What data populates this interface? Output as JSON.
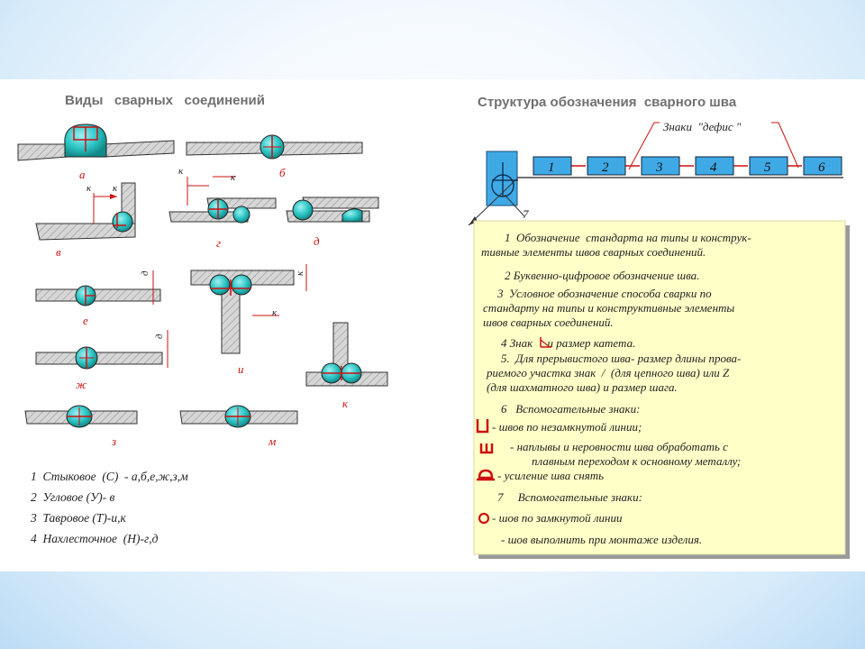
{
  "left": {
    "title": "Виды   сварных   соединений",
    "labels": [
      "а",
      "б",
      "в",
      "г",
      "д",
      "е",
      "и",
      "ж",
      "к",
      "з",
      "м"
    ],
    "dim_k": "к",
    "dim_d": "д",
    "legend": [
      "1  Стыковое  (С)  - а,б,е,ж,з,м",
      "2  Угловое (У)- в",
      "3  Тавровое (Т)-и,к",
      "4  Нахлесточное  (Н)-г,д"
    ]
  },
  "right": {
    "title": "Структура обозначения  сварного шва",
    "hyphen_label": "Знаки  \"дефис \"",
    "boxes": [
      "1",
      "2",
      "3",
      "4",
      "5",
      "6"
    ],
    "leader_label": "7",
    "notes": [
      "1  Обозначение  стандарта на типы и конструк-",
      "тивные элементы швов сварных соединений.",
      "2 Буквенно-цифровое обозначение шва.",
      "3  Условное обозначение способа сварки по",
      "стандарту на типы и конструктивные элементы",
      "швов сварных соединений.",
      "4 Знак     и размер катета.",
      "5.  Для прерывистого шва- размер длины прова-",
      "риемого участка знак  /  (для цепного шва) или Z",
      "(для шахматного шва) и размер шага.",
      "6   Вспомогательные знаки:",
      "- швов по незамкнутой линии;",
      "- наплывы и неровности шва обработать с",
      "плавным переходом к основному металлу;",
      "- усиление шва снять",
      "7     Вспомогательные знаки:",
      "- шов по замкнутой линии",
      "- шов выполнить при монтаже изделия."
    ]
  },
  "colors": {
    "weld": "#2bc4c4",
    "label_red": "#cc1111",
    "plate": "#d8d8d8",
    "note_bg": "#ffffc8",
    "box_blue": "#3fa9e6"
  }
}
